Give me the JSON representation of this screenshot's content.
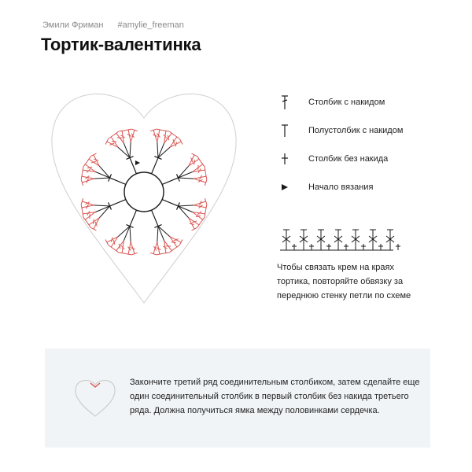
{
  "author": "Эмили Фриман",
  "handle": "#amylie_freeman",
  "title": "Тортик-валентинка",
  "legend": [
    {
      "icon": "double-crochet-icon",
      "label": "Столбик с накидом"
    },
    {
      "icon": "half-double-crochet-icon",
      "label": "Полустолбик с накидом"
    },
    {
      "icon": "single-crochet-icon",
      "label": "Столбик без накида"
    },
    {
      "icon": "start-arrow-icon",
      "label": "Начало вязания"
    }
  ],
  "edge_note": "Чтобы связать крем на краях тортика, повторяйте обвязку за переднюю стенку петли по схеме",
  "tip": "Закончите третий ряд соединительным столбиком, затем сделайте еще один соединительный столбик в первый столбик без накида третьего ряда. Должна получиться ямка между половинками сердечка.",
  "colors": {
    "black": "#1a1a1a",
    "red": "#d9534f",
    "outline": "#cfcfcf",
    "box": "#f1f4f7"
  }
}
